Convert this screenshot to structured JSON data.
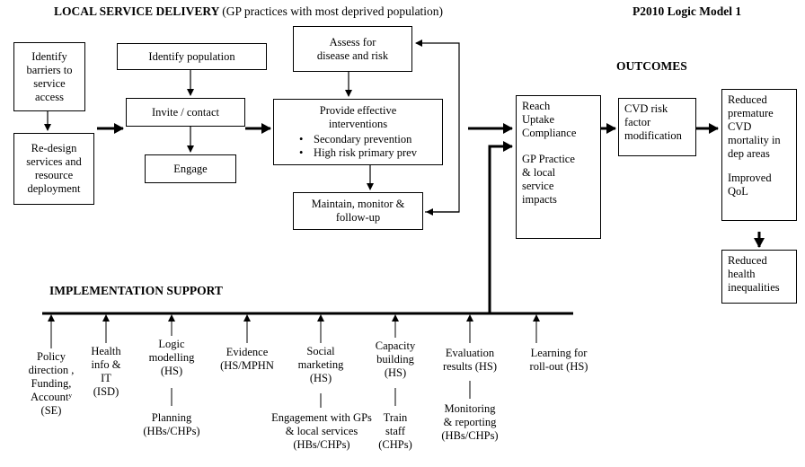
{
  "header": {
    "title_bold": "LOCAL SERVICE DELIVERY",
    "title_rest": "(GP practices with most deprived population)",
    "model_label": "P2010 Logic Model 1",
    "outcomes": "OUTCOMES",
    "implementation": "IMPLEMENTATION SUPPORT"
  },
  "boxes": {
    "identify_barriers": "Identify\nbarriers to\nservice\naccess",
    "redesign": "Re-design\nservices and\nresource\ndeployment",
    "identify_population": "Identify population",
    "invite_contact": "Invite / contact",
    "engage": "Engage",
    "assess": "Assess for\ndisease and risk",
    "provide_title": "Provide effective\ninterventions",
    "provide_items": [
      "Secondary prevention",
      "High risk primary  prev"
    ],
    "maintain": "Maintain, monitor &\nfollow-up",
    "reach": "Reach\nUptake\nCompliance",
    "gp_impacts": "GP Practice\n& local\nservice\nimpacts",
    "cvd_risk": "CVD risk\nfactor\nmodification",
    "reduced_premature": "Reduced\npremature\nCVD\nmortality in\ndep areas",
    "improved_qol": "Improved\nQoL",
    "reduced_inequalities": "Reduced\nhealth\ninequalities"
  },
  "supports": {
    "policy": "Policy\ndirection ,\nFunding,\nAccountʸ\n(SE)",
    "health_info": "Health\ninfo  &\nIT\n(ISD)",
    "logic_modelling": "Logic\nmodelling\n(HS)",
    "planning": "Planning\n(HBs/CHPs)",
    "evidence": "Evidence\n(HS/MPHN",
    "social_marketing": "Social\nmarketing\n(HS)",
    "engagement": "Engagement with GPs\n& local services\n(HBs/CHPs)",
    "capacity_building": "Capacity\nbuilding\n(HS)",
    "train_staff": "Train\nstaff\n(CHPs)",
    "evaluation": "Evaluation\nresults (HS)",
    "monitoring": "Monitoring\n& reporting\n(HBs/CHPs)",
    "learning": "Learning for\nroll-out  (HS)"
  }
}
